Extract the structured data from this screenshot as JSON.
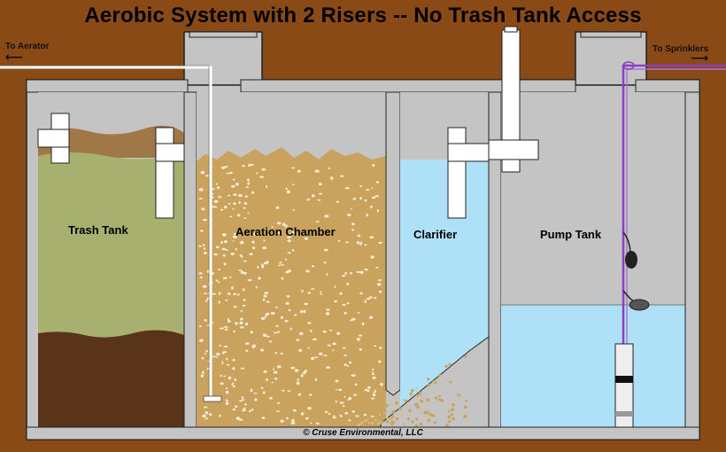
{
  "title": "Aerobic System with 2 Risers -- No Trash Tank Access",
  "labels": {
    "trash_tank": "Trash Tank",
    "aeration_chamber": "Aeration Chamber",
    "clarifier": "Clarifier",
    "pump_tank": "Pump Tank",
    "to_aerator": "To Aerator",
    "to_sprinklers": "To Sprinklers"
  },
  "copyright": "© Cruse Environmental, LLC",
  "colors": {
    "soil": "#8a4a16",
    "concrete": "#c4c4c4",
    "trash_upper": "#a8b070",
    "trash_bottom": "#5a3418",
    "scum": "#a07848",
    "aeration": "#c9a25e",
    "water": "#aee0f7",
    "electrical": "#8a40c0"
  }
}
